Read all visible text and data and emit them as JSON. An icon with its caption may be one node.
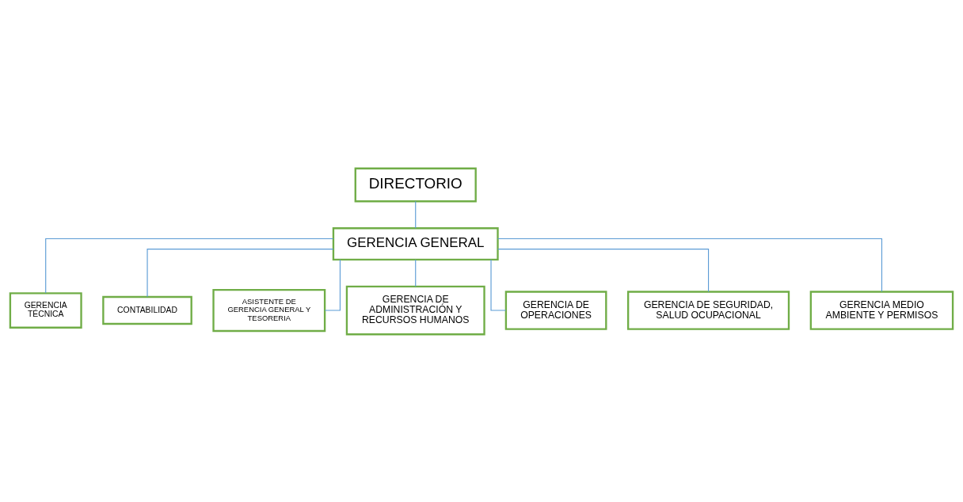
{
  "diagram": {
    "nodes": [
      {
        "text": [
          "DIRECTORIO"
        ]
      },
      {
        "text": [
          "GERENCIA GENERAL"
        ]
      },
      {
        "text": [
          "GERENCIA TÉCNICA"
        ]
      },
      {
        "text": [
          "CONTABILIDAD"
        ]
      },
      {
        "text": [
          "ASISTENTE DE GERENCIA GENERAL Y TESORERIA"
        ]
      },
      {
        "text": [
          "GERENCIA DE ADMINISTRACIÓN Y RECURSOS HUMANOS"
        ]
      },
      {
        "text": [
          "GERENCIA DE OPERACIONES"
        ]
      },
      {
        "text": [
          "GERENCIA DE SEGURIDAD, SALUD OCUPACIONAL"
        ]
      },
      {
        "text": [
          "GERENCIA MEDIO AMBIENTE Y PERMISOS"
        ]
      }
    ],
    "edges": [
      {
        "from": 0,
        "to": 1,
        "arrow": "none"
      },
      {
        "from": 1,
        "to": 2,
        "arrow": "none"
      },
      {
        "from": 1,
        "to": 3,
        "arrow": "none"
      },
      {
        "from": 1,
        "to": 4,
        "arrow": "none"
      },
      {
        "from": 1,
        "to": 5,
        "arrow": "none"
      },
      {
        "from": 1,
        "to": 6,
        "arrow": "none"
      },
      {
        "from": 1,
        "to": 7,
        "arrow": "none"
      },
      {
        "from": 1,
        "to": 8,
        "arrow": "none"
      }
    ]
  }
}
